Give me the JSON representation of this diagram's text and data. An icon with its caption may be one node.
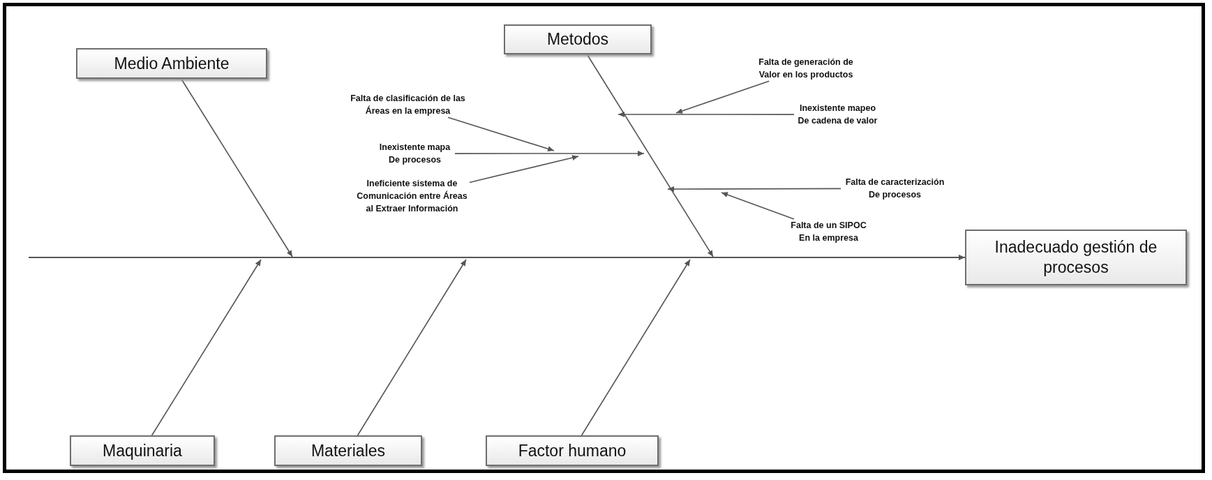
{
  "diagram": {
    "nodes": [
      {
        "text": [
          "Medio Ambiente"
        ]
      },
      {
        "text": [
          "Metodos"
        ]
      },
      {
        "text": [
          "Falta de generación de Valor en los productos"
        ]
      },
      {
        "text": [
          "Falta de clasificación de las Áreas en la empresa"
        ]
      },
      {
        "text": [
          "Inexistente mapa De procesos"
        ]
      },
      {
        "text": [
          "Inexistente mapeo De cadena de valor"
        ]
      },
      {
        "text": [
          "Ineficiente sistema de Comunicación entre Áreas al Extraer Información"
        ]
      },
      {
        "text": [
          "Falta de caracterización De procesos"
        ]
      },
      {
        "text": [
          "Falta de un SIPOC En la empresa"
        ]
      },
      {
        "text": [
          "Inadecuado gestión de procesos"
        ]
      },
      {
        "text": [
          "Maquinaria"
        ]
      },
      {
        "text": [
          "Materiales"
        ]
      },
      {
        "text": [
          "Factor humano"
        ]
      }
    ],
    "edges": [
      {
        "from": null,
        "to": 9,
        "arrow": "to"
      },
      {
        "from": 0,
        "to": null,
        "arrow": "to"
      },
      {
        "from": 1,
        "to": null,
        "arrow": "to"
      },
      {
        "from": 2,
        "to": null,
        "arrow": "to"
      },
      {
        "from": 3,
        "to": null,
        "arrow": "to"
      },
      {
        "from": 4,
        "to": null,
        "arrow": "to"
      },
      {
        "from": 5,
        "to": null,
        "arrow": "to"
      },
      {
        "from": 6,
        "to": null,
        "arrow": "to"
      },
      {
        "from": 7,
        "to": null,
        "arrow": "to"
      },
      {
        "from": 8,
        "to": null,
        "arrow": "to"
      },
      {
        "from": 10,
        "to": null,
        "arrow": "to"
      },
      {
        "from": 11,
        "to": null,
        "arrow": "to"
      },
      {
        "from": 12,
        "to": null,
        "arrow": "to"
      }
    ]
  }
}
